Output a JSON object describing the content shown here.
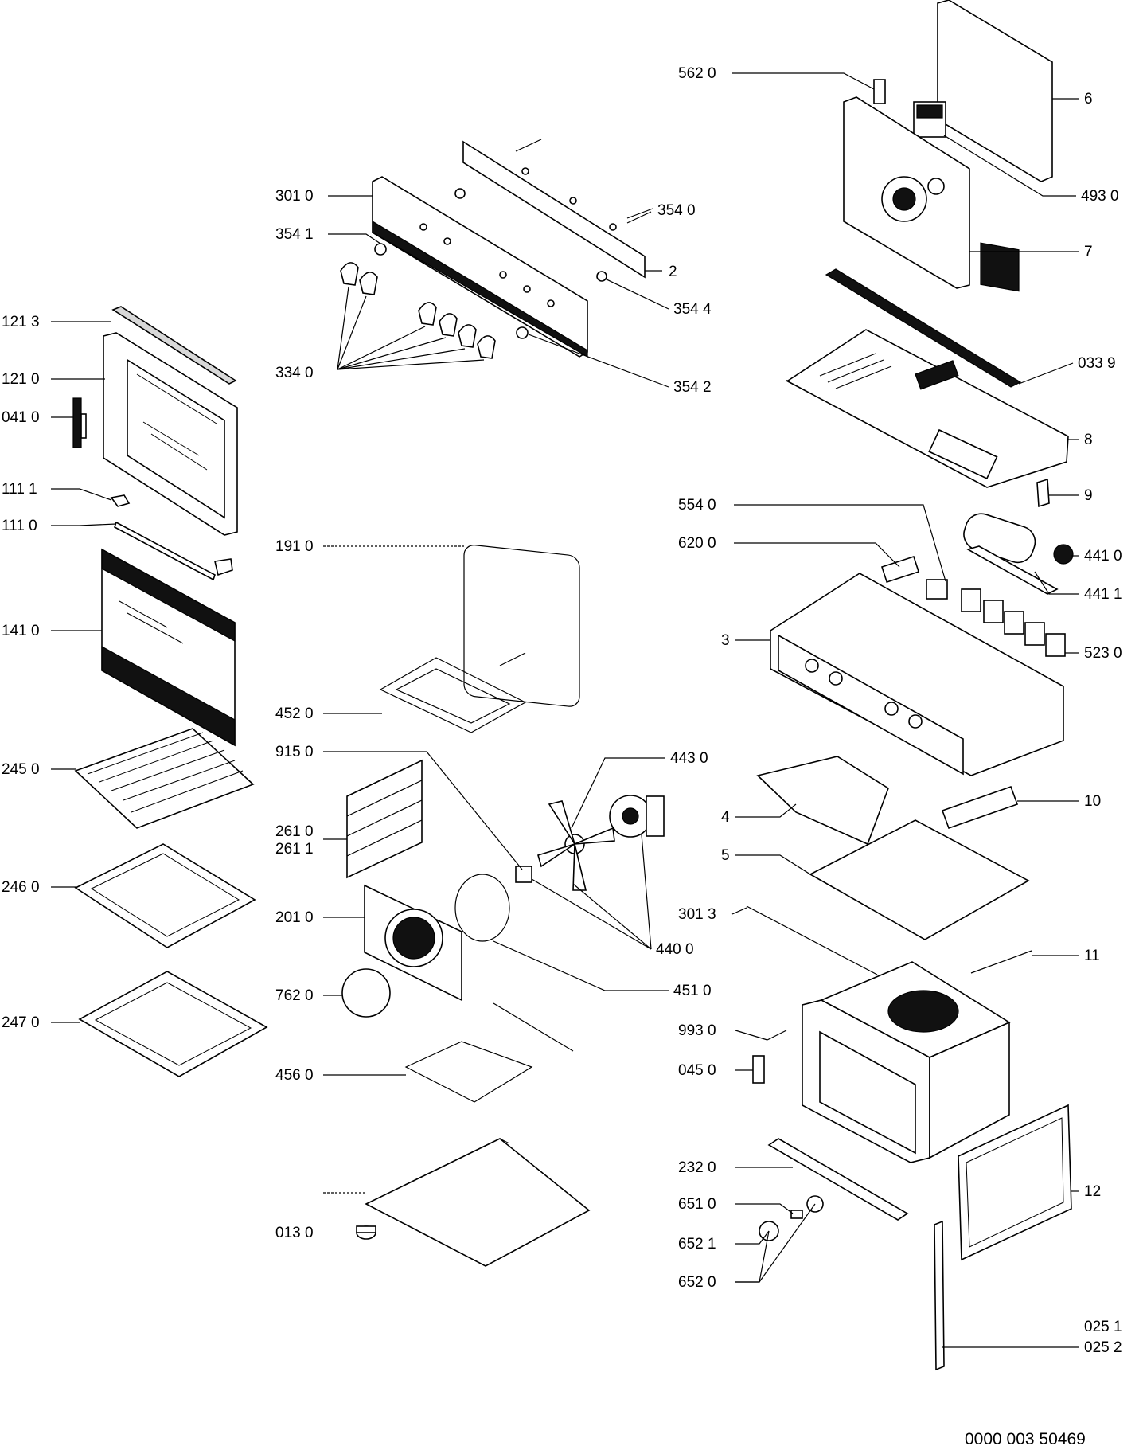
{
  "diagram": {
    "document_number": "0000 003 50469",
    "labels": {
      "l_1213": "121 3",
      "l_1210": "121 0",
      "l_0410": "041 0",
      "l_1111": "111 1",
      "l_1110": "111 0",
      "l_1410": "141 0",
      "l_2450": "245 0",
      "l_2460": "246 0",
      "l_2470": "247 0",
      "l_3010": "301 0",
      "l_3541": "354 1",
      "l_3340": "334 0",
      "l_3540": "354 0",
      "l_2": "2",
      "l_3544": "354 4",
      "l_3542": "354 2",
      "l_1910": "191 0",
      "l_4520": "452 0",
      "l_9150": "915 0",
      "l_2610": "261 0",
      "l_2611": "261 1",
      "l_2010": "201 0",
      "l_7620": "762 0",
      "l_4560": "456 0",
      "l_0130": "013 0",
      "l_4430": "443 0",
      "l_4400": "440 0",
      "l_4510": "451 0",
      "l_5620": "562 0",
      "l_6": "6",
      "l_4930": "493 0",
      "l_7": "7",
      "l_0339": "033 9",
      "l_8": "8",
      "l_9": "9",
      "l_5540": "554 0",
      "l_6200": "620 0",
      "l_4410": "441 0",
      "l_4411": "441 1",
      "l_3": "3",
      "l_5230": "523 0",
      "l_4": "4",
      "l_10": "10",
      "l_5": "5",
      "l_3013": "301 3",
      "l_11": "11",
      "l_9930": "993 0",
      "l_0450": "045 0",
      "l_2320": "232 0",
      "l_12": "12",
      "l_6510": "651 0",
      "l_6521": "652 1",
      "l_6520": "652 0",
      "l_0251": "025 1",
      "l_0252": "025 2"
    }
  }
}
